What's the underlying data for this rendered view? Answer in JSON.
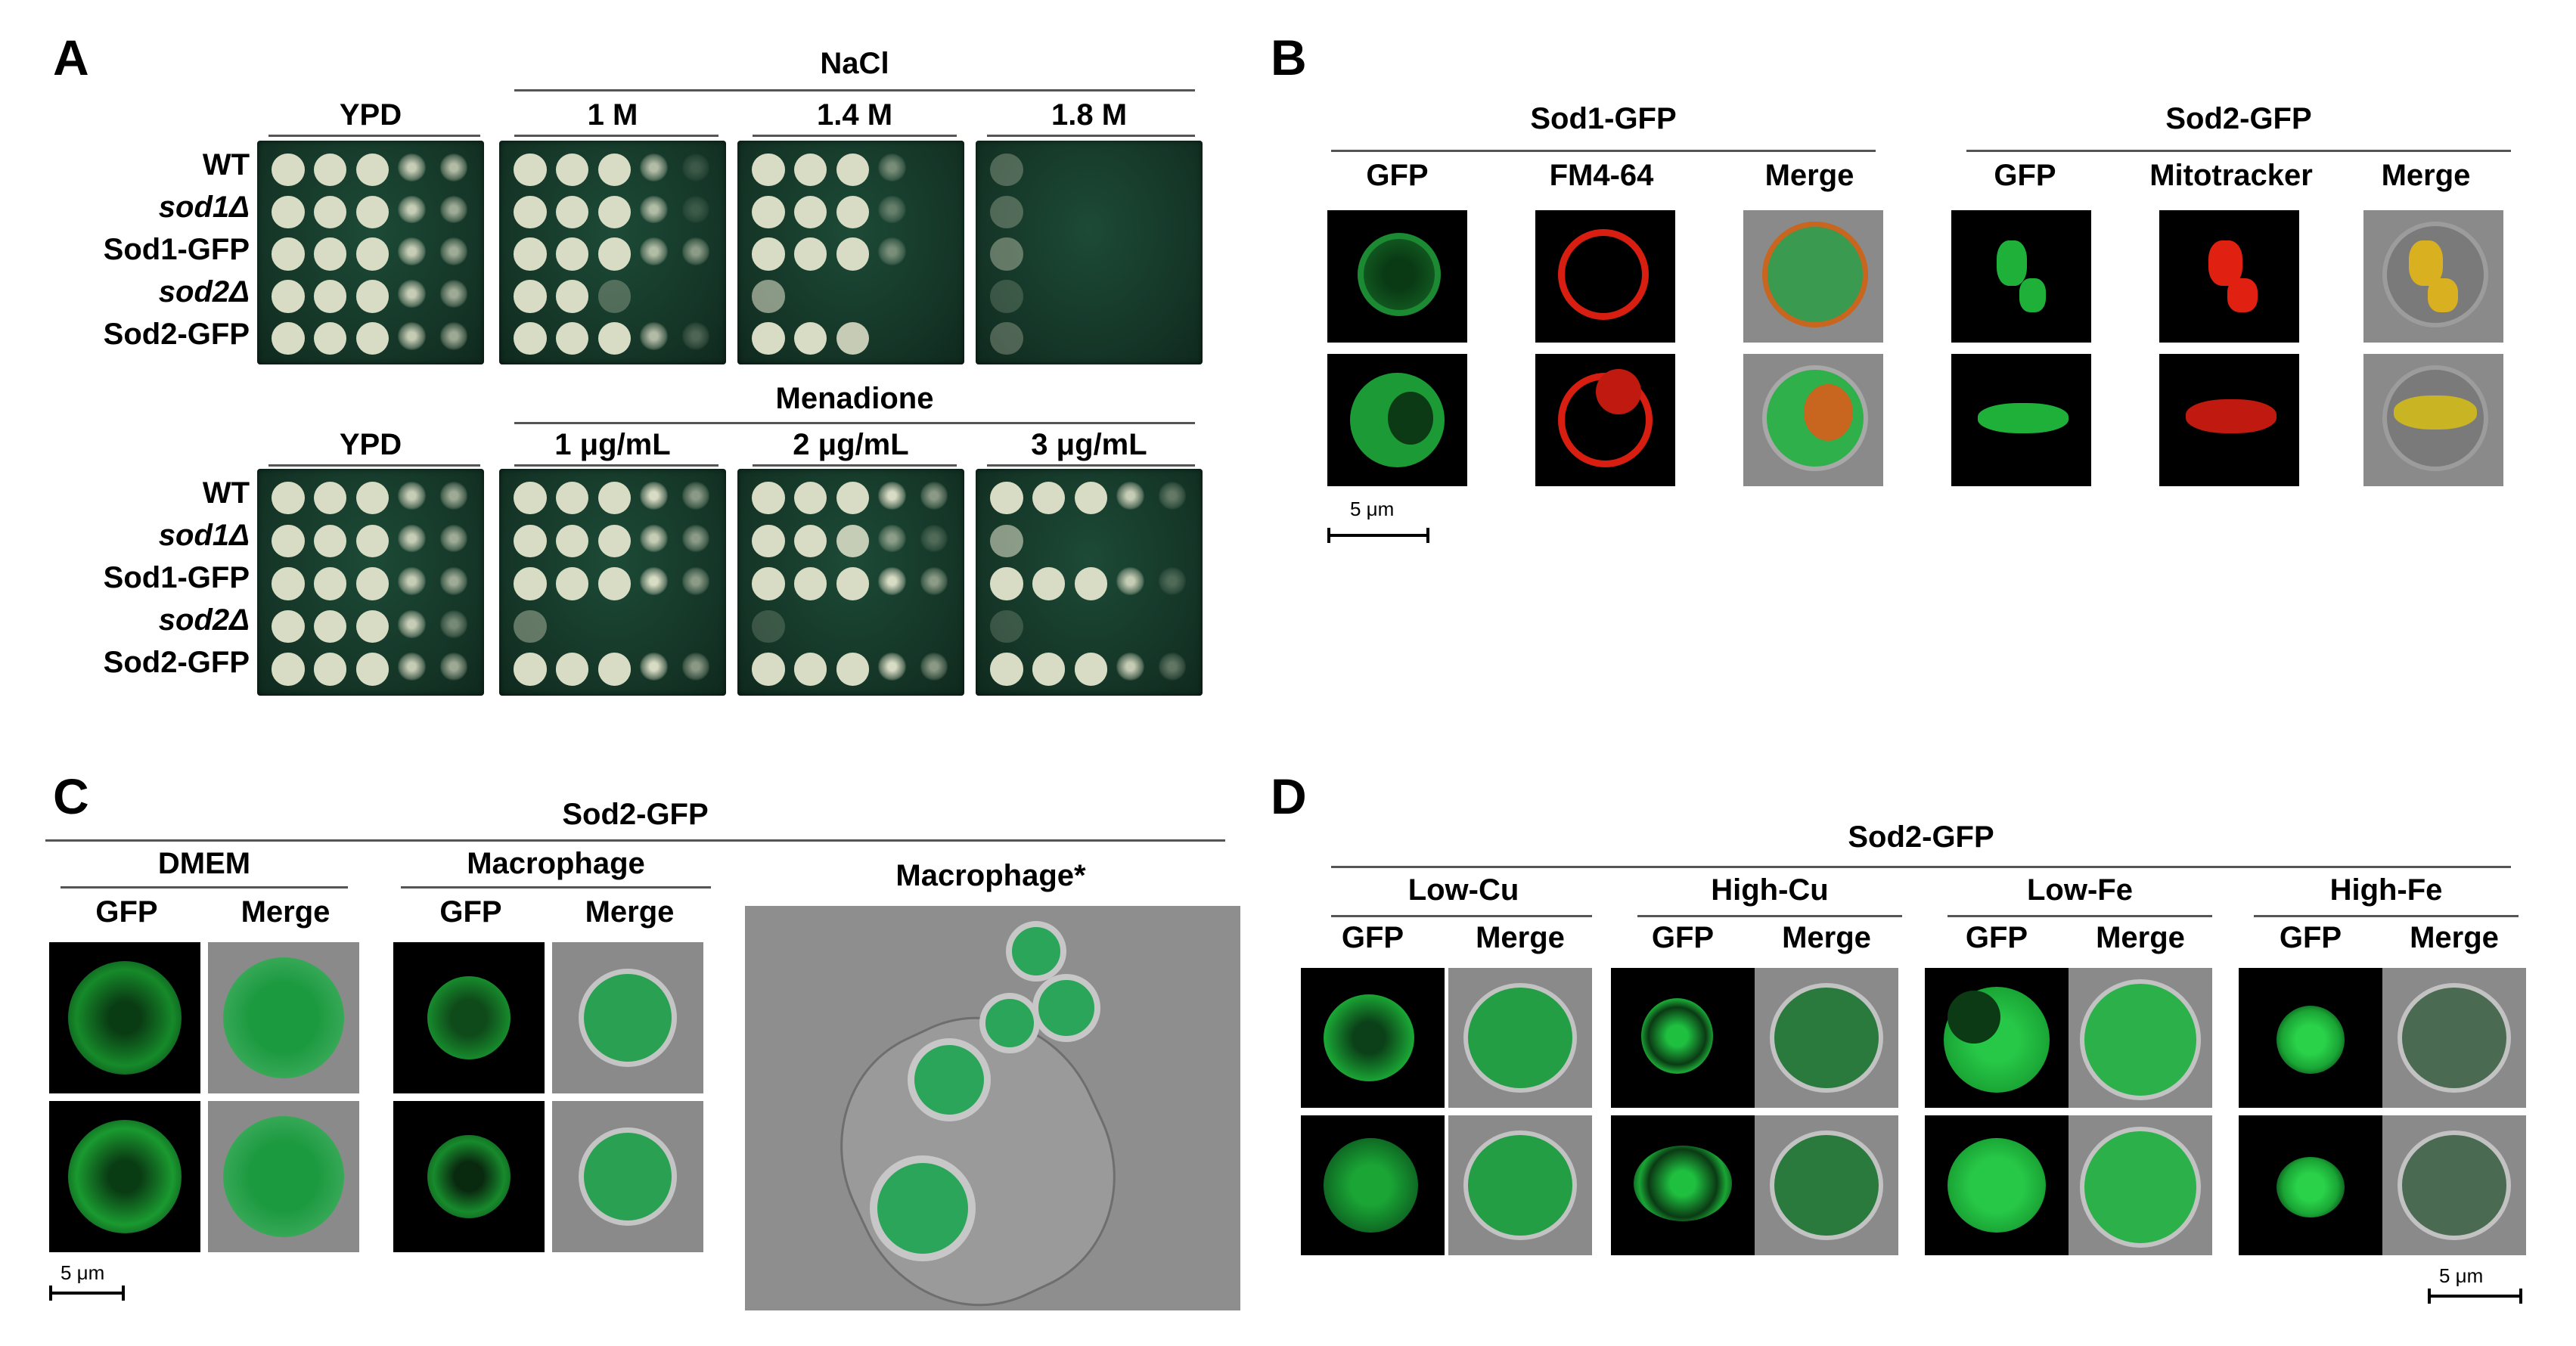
{
  "panels": {
    "a": {
      "letter": "A",
      "nacl": {
        "header": "NaCl",
        "cols": [
          "YPD",
          "1 M",
          "1.4 M",
          "1.8 M"
        ]
      },
      "menadione": {
        "header": "Menadione",
        "cols": [
          "YPD",
          "1 μg/mL",
          "2 μg/mL",
          "3 μg/mL"
        ]
      },
      "rows": [
        {
          "text": "WT",
          "italic": false
        },
        {
          "text": "sod1Δ",
          "italic": true
        },
        {
          "text": "Sod1-GFP",
          "italic": false
        },
        {
          "text": "sod2Δ",
          "italic": true
        },
        {
          "text": "Sod2-GFP",
          "italic": false
        }
      ]
    },
    "b": {
      "letter": "B",
      "group1": {
        "title": "Sod1-GFP",
        "cols": [
          "GFP",
          "FM4-64",
          "Merge"
        ]
      },
      "group2": {
        "title": "Sod2-GFP",
        "cols": [
          "GFP",
          "Mitotracker",
          "Merge"
        ]
      },
      "scale": "5 μm"
    },
    "c": {
      "letter": "C",
      "title": "Sod2-GFP",
      "conditions": [
        "DMEM",
        "Macrophage"
      ],
      "cols": [
        "GFP",
        "Merge"
      ],
      "star_label": "Macrophage*",
      "scale": "5 μm"
    },
    "d": {
      "letter": "D",
      "title": "Sod2-GFP",
      "conditions": [
        "Low-Cu",
        "High-Cu",
        "Low-Fe",
        "High-Fe"
      ],
      "cols": [
        "GFP",
        "Merge"
      ],
      "scale": "5 μm"
    }
  },
  "colors": {
    "gfp": "#22dd44",
    "fm464": "#ee2211",
    "plate": "#163a2b",
    "colony": "#d9dcc4"
  }
}
